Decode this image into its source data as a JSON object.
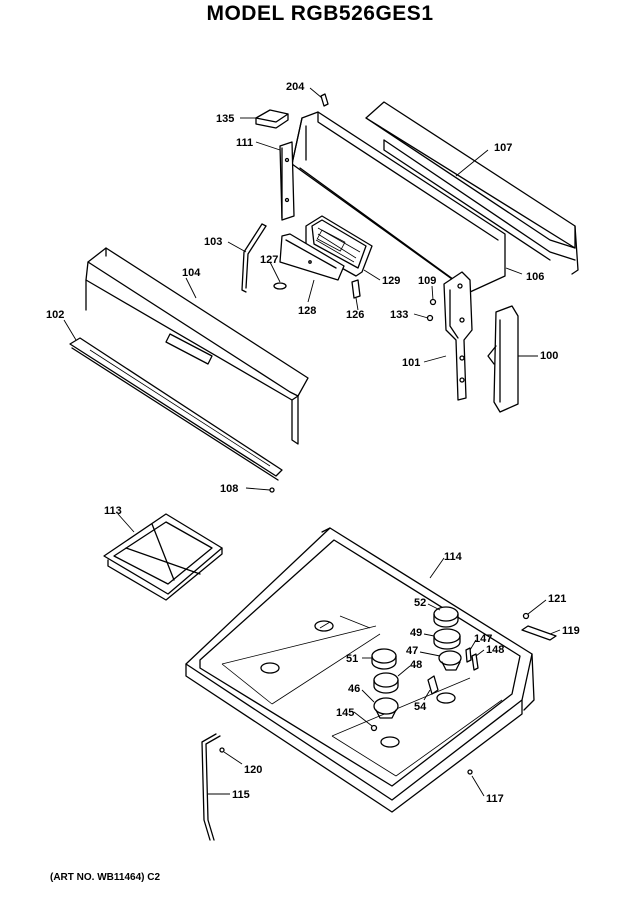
{
  "title": "MODEL RGB526GES1",
  "art_number": "(ART NO. WB11464) C2",
  "callouts": {
    "c204": "204",
    "c135": "135",
    "c111": "111",
    "c107": "107",
    "c103": "103",
    "c127": "127",
    "c129": "129",
    "c109": "109",
    "c106": "106",
    "c104": "104",
    "c128": "128",
    "c126": "126",
    "c133": "133",
    "c102": "102",
    "c101": "101",
    "c100": "100",
    "c108": "108",
    "c113": "113",
    "c114": "114",
    "c52": "52",
    "c121": "121",
    "c49": "49",
    "c147": "147",
    "c119": "119",
    "c47": "47",
    "c148": "148",
    "c51": "51",
    "c48": "48",
    "c46": "46",
    "c54": "54",
    "c145": "145",
    "c120": "120",
    "c115": "115",
    "c117": "117"
  }
}
